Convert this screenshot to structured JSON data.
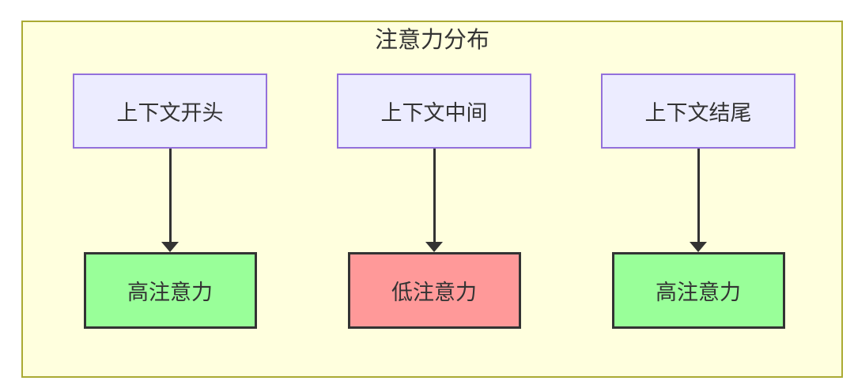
{
  "diagram": {
    "title": "注意力分布",
    "columns": [
      {
        "top_label": "上下文开头",
        "bottom_label": "高注意力",
        "bottom_variant": "high"
      },
      {
        "top_label": "上下文中间",
        "bottom_label": "低注意力",
        "bottom_variant": "low"
      },
      {
        "top_label": "上下文结尾",
        "bottom_label": "高注意力",
        "bottom_variant": "high"
      }
    ]
  },
  "colors": {
    "cluster_bg": "#ffffde",
    "cluster_border": "#aaaa33",
    "node_bg": "#ececff",
    "node_border": "#9370db",
    "high_bg": "#99ff99",
    "low_bg": "#ff9999",
    "accent_border": "#333333",
    "edge": "#333333",
    "text": "#333333"
  }
}
